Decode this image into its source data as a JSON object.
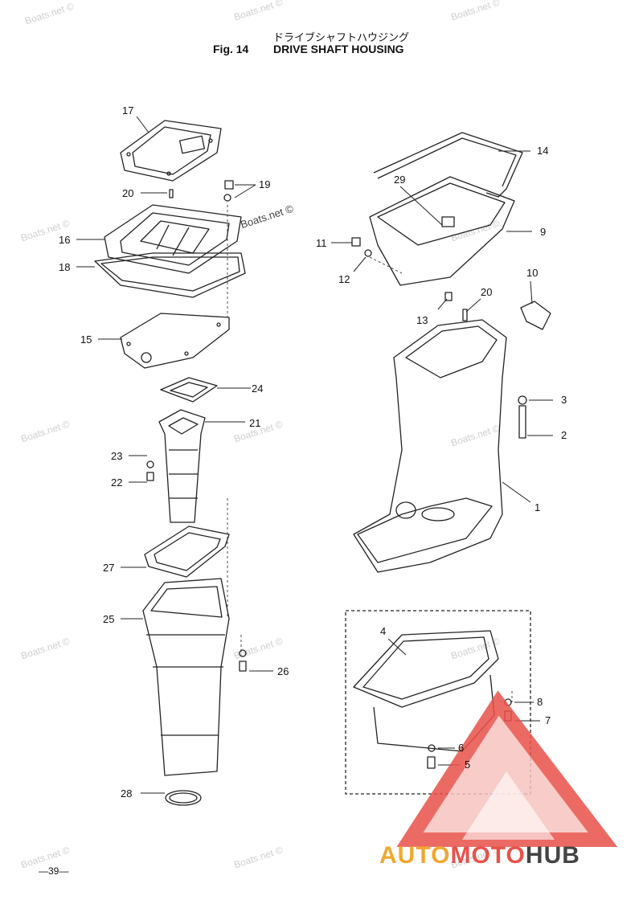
{
  "header": {
    "japanese_title": "ドライブシャフトハウジング",
    "fig_label": "Fig. 14",
    "title": "DRIVE SHAFT HOUSING"
  },
  "callouts": [
    "17",
    "19",
    "20",
    "16",
    "18",
    "15",
    "24",
    "21",
    "23",
    "22",
    "27",
    "25",
    "26",
    "28",
    "14",
    "29",
    "9",
    "11",
    "12",
    "10",
    "20",
    "13",
    "3",
    "2",
    "1",
    "4",
    "8",
    "7",
    "6",
    "5"
  ],
  "watermark": "Boats.net ©",
  "page_number": "—39—",
  "brand": {
    "part1": "AUTO",
    "part2": "MOTO",
    "part3": "HUB",
    "color1": "#f0a830",
    "color2": "#e8524a",
    "color3": "#444444"
  }
}
